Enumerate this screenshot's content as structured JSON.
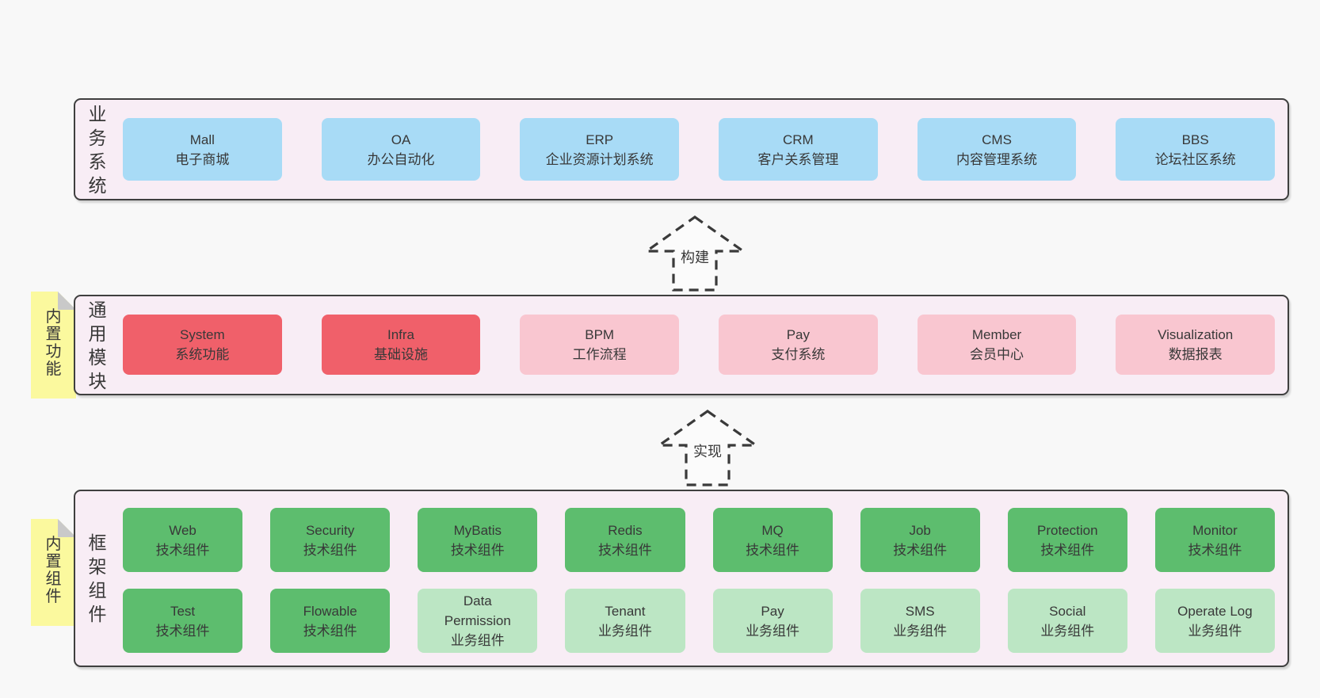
{
  "colors": {
    "page_bg": "#f8f8f8",
    "panel_bg": "#f8edf5",
    "panel_border": "#3f3f3f",
    "blue": "#a8dbf6",
    "red": "#f0606a",
    "pink": "#f9c6d0",
    "green": "#5dbd6e",
    "light_green": "#bce6c4",
    "sticky": "#fbf99e",
    "fold": "#c9c9c9",
    "text": "#383838"
  },
  "arrows": [
    {
      "label": "构建"
    },
    {
      "label": "实现"
    }
  ],
  "layers": [
    {
      "id": "business-systems",
      "label": "业\n务\n系\n统",
      "rows": [
        [
          {
            "en": "Mall",
            "zh": "电子商城",
            "variant": "blue"
          },
          {
            "en": "OA",
            "zh": "办公自动化",
            "variant": "blue"
          },
          {
            "en": "ERP",
            "zh": "企业资源计划系统",
            "variant": "blue"
          },
          {
            "en": "CRM",
            "zh": "客户关系管理",
            "variant": "blue"
          },
          {
            "en": "CMS",
            "zh": "内容管理系统",
            "variant": "blue"
          },
          {
            "en": "BBS",
            "zh": "论坛社区系统",
            "variant": "blue"
          }
        ]
      ]
    },
    {
      "id": "common-modules",
      "label": "通\n用\n模\n块",
      "sticky_note": "内\n置\n功\n能",
      "rows": [
        [
          {
            "en": "System",
            "zh": "系统功能",
            "variant": "red"
          },
          {
            "en": "Infra",
            "zh": "基础设施",
            "variant": "red"
          },
          {
            "en": "BPM",
            "zh": "工作流程",
            "variant": "pink"
          },
          {
            "en": "Pay",
            "zh": "支付系统",
            "variant": "pink"
          },
          {
            "en": "Member",
            "zh": "会员中心",
            "variant": "pink"
          },
          {
            "en": "Visualization",
            "zh": "数据报表",
            "variant": "pink"
          }
        ]
      ]
    },
    {
      "id": "framework-components",
      "label": "框\n架\n组\n件",
      "sticky_note": "内\n置\n组\n件",
      "rows": [
        [
          {
            "en": "Web",
            "zh": "技术组件",
            "variant": "green"
          },
          {
            "en": "Security",
            "zh": "技术组件",
            "variant": "green"
          },
          {
            "en": "MyBatis",
            "zh": "技术组件",
            "variant": "green"
          },
          {
            "en": "Redis",
            "zh": "技术组件",
            "variant": "green"
          },
          {
            "en": "MQ",
            "zh": "技术组件",
            "variant": "green"
          },
          {
            "en": "Job",
            "zh": "技术组件",
            "variant": "green"
          },
          {
            "en": "Protection",
            "zh": "技术组件",
            "variant": "green"
          },
          {
            "en": "Monitor",
            "zh": "技术组件",
            "variant": "green"
          }
        ],
        [
          {
            "en": "Test",
            "zh": "技术组件",
            "variant": "green"
          },
          {
            "en": "Flowable",
            "zh": "技术组件",
            "variant": "green"
          },
          {
            "en": "Data\nPermission",
            "zh": "业务组件",
            "variant": "lightgreen"
          },
          {
            "en": "Tenant",
            "zh": "业务组件",
            "variant": "lightgreen"
          },
          {
            "en": "Pay",
            "zh": "业务组件",
            "variant": "lightgreen"
          },
          {
            "en": "SMS",
            "zh": "业务组件",
            "variant": "lightgreen"
          },
          {
            "en": "Social",
            "zh": "业务组件",
            "variant": "lightgreen"
          },
          {
            "en": "Operate Log",
            "zh": "业务组件",
            "variant": "lightgreen"
          }
        ]
      ]
    }
  ]
}
